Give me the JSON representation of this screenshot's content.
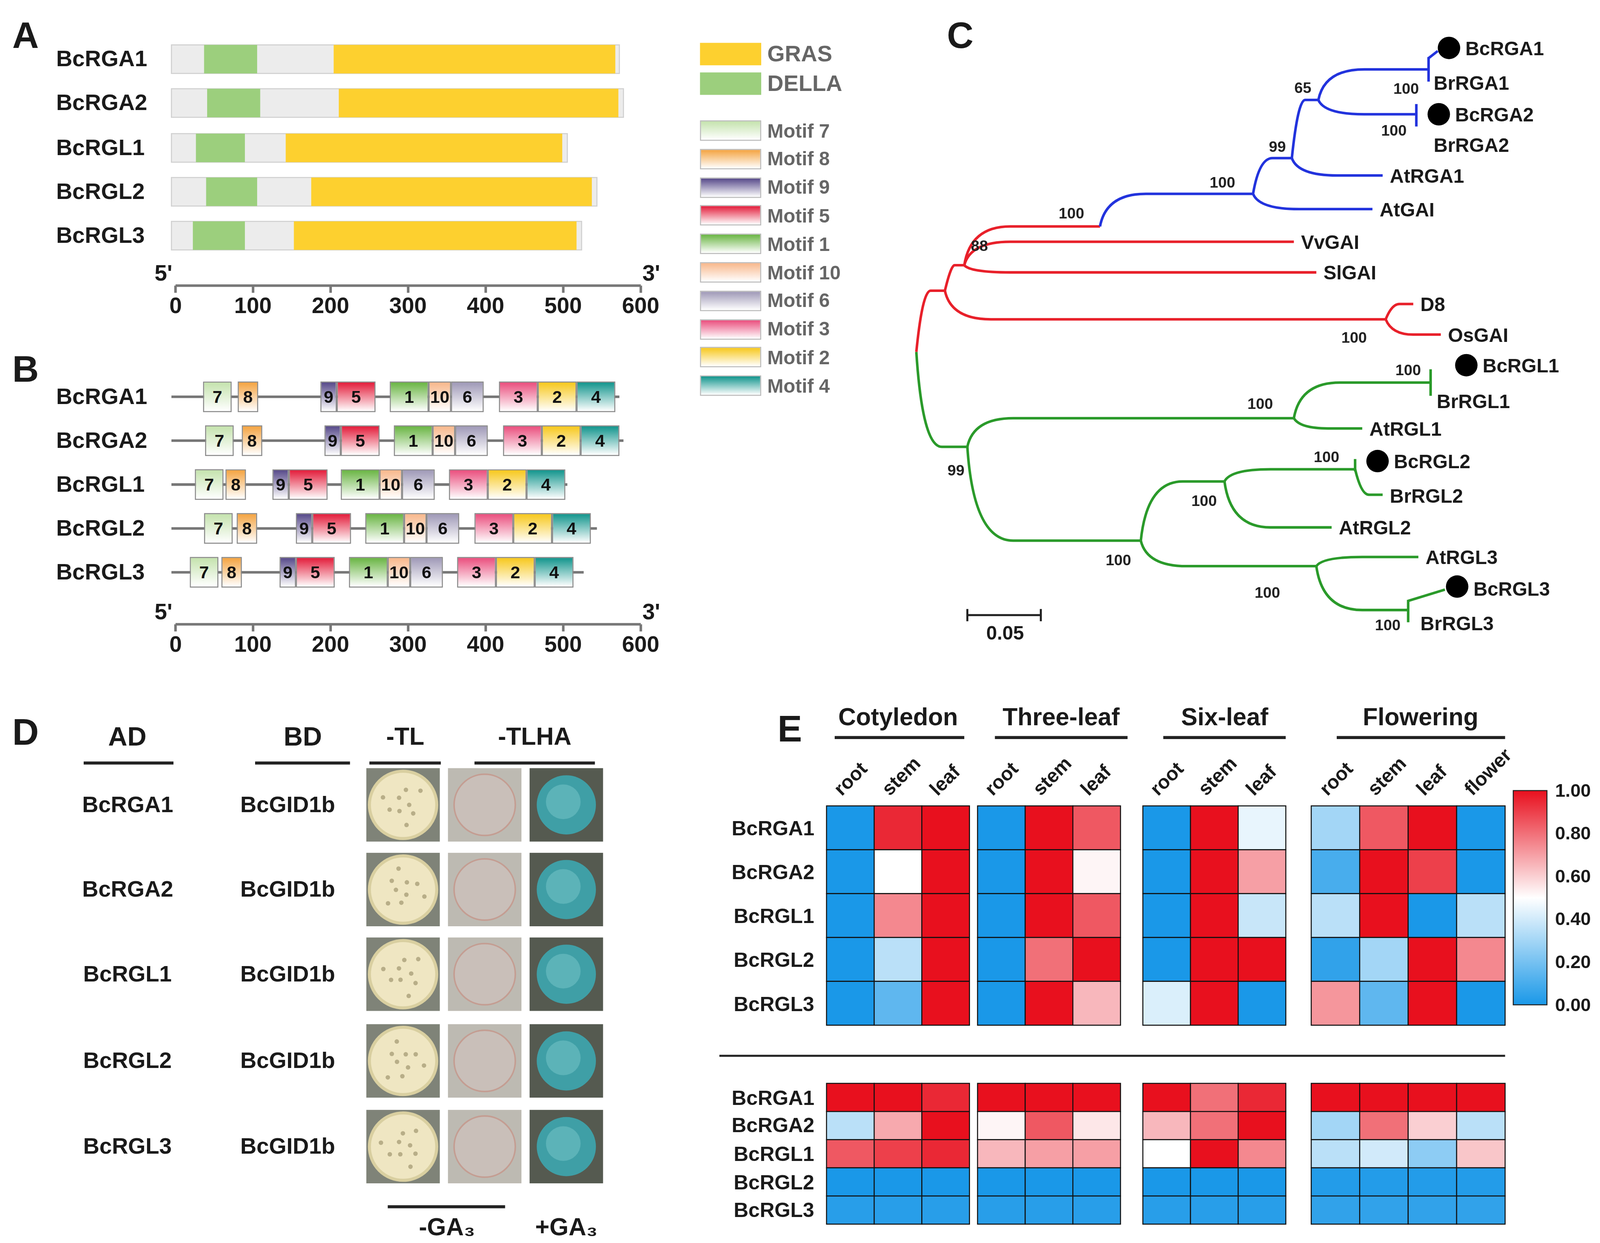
{
  "diagram": {
    "nodes": [
      {
        "text": [
          "7"
        ]
      },
      {
        "text": [
          "8"
        ]
      },
      {
        "text": [
          "9"
        ]
      },
      {
        "text": [
          "5"
        ]
      },
      {
        "text": [
          "1"
        ]
      },
      {
        "text": [
          "10"
        ]
      },
      {
        "text": [
          "6"
        ]
      },
      {
        "text": [
          "3"
        ]
      },
      {
        "text": [
          "2"
        ]
      },
      {
        "text": [
          "4"
        ]
      },
      {
        "text": [
          "7"
        ]
      },
      {
        "text": [
          "8"
        ]
      },
      {
        "text": [
          "9"
        ]
      },
      {
        "text": [
          "5"
        ]
      },
      {
        "text": [
          "1"
        ]
      },
      {
        "text": [
          "10"
        ]
      },
      {
        "text": [
          "6"
        ]
      },
      {
        "text": [
          "3"
        ]
      },
      {
        "text": [
          "2"
        ]
      },
      {
        "text": [
          "4"
        ]
      },
      {
        "text": [
          "7"
        ]
      },
      {
        "text": [
          "8"
        ]
      },
      {
        "text": [
          "9"
        ]
      },
      {
        "text": [
          "5"
        ]
      },
      {
        "text": [
          "1"
        ]
      },
      {
        "text": [
          "10"
        ]
      },
      {
        "text": [
          "6"
        ]
      },
      {
        "text": [
          "3"
        ]
      },
      {
        "text": [
          "2"
        ]
      },
      {
        "text": [
          "4"
        ]
      },
      {
        "text": [
          "7"
        ]
      },
      {
        "text": [
          "8"
        ]
      },
      {
        "text": [
          "9"
        ]
      },
      {
        "text": [
          "5"
        ]
      },
      {
        "text": [
          "1"
        ]
      },
      {
        "text": [
          "10"
        ]
      },
      {
        "text": [
          "6"
        ]
      },
      {
        "text": [
          "3"
        ]
      },
      {
        "text": [
          "2"
        ]
      },
      {
        "text": [
          "4"
        ]
      },
      {
        "text": [
          "7"
        ]
      },
      {
        "text": [
          "8"
        ]
      },
      {
        "text": [
          "9"
        ]
      },
      {
        "text": [
          "5"
        ]
      },
      {
        "text": [
          "1"
        ]
      },
      {
        "text": [
          "10"
        ]
      },
      {
        "text": [
          "6"
        ]
      },
      {
        "text": [
          "3"
        ]
      },
      {
        "text": [
          "2"
        ]
      },
      {
        "text": [
          "4"
        ]
      }
    ],
    "labels": [
      "A",
      "BcRGA1",
      "BcRGA2",
      "BcRGL1",
      "BcRGL2",
      "BcRGL3",
      "5'",
      "3'",
      "0",
      "100",
      "200",
      "300",
      "400",
      "500",
      "600",
      "B",
      "BcRGA1",
      "BcRGA2",
      "BcRGL1",
      "BcRGL2",
      "BcRGL3",
      "5'",
      "3'",
      "0",
      "100",
      "200",
      "300",
      "400",
      "500",
      "600",
      "C",
      "BcRGA1",
      "BrRGA1",
      "BcRGA2",
      "BrRGA2",
      "AtRGA1",
      "AtGAI",
      "VvGAI",
      "SlGAI",
      "D8",
      "OsGAI",
      "BcRGL1",
      "BrRGL1",
      "AtRGL1",
      "BcRGL2",
      "BrRGL2",
      "AtRGL2",
      "AtRGL3",
      "BcRGL3",
      "BrRGL3",
      "100",
      "65",
      "100",
      "99",
      "100",
      "100",
      "88",
      "100",
      "100",
      "100",
      "99",
      "100",
      "100",
      "100",
      "100",
      "100",
      "0.05",
      "D",
      "AD",
      "BD",
      "-TL",
      "-TLHA",
      "BcRGA1",
      "BcGID1b",
      "BcRGA2",
      "BcGID1b",
      "BcRGL1",
      "BcGID1b",
      "BcRGL2",
      "BcGID1b",
      "BcRGL3",
      "BcGID1b",
      "-GA₃",
      "+GA₃",
      "E",
      "Cotyledon",
      "Three-leaf",
      "Six-leaf",
      "Flowering",
      "root",
      "stem",
      "leaf",
      "root",
      "stem",
      "leaf",
      "root",
      "stem",
      "leaf",
      "root",
      "stem",
      "leaf",
      "flower",
      "BcRGA1",
      "BcRGA2",
      "BcRGL1",
      "BcRGL2",
      "BcRGL3",
      "BcRGA1",
      "BcRGA2",
      "BcRGL1",
      "BcRGL2",
      "BcRGL3",
      "1.00",
      "0.80",
      "0.60",
      "0.40",
      "0.20",
      "0.00"
    ],
    "legend": [
      {
        "text": "GRAS",
        "color": "#fdd02f"
      },
      {
        "text": "DELLA",
        "color": "#9ccf7d"
      },
      {
        "text": "Motif 7",
        "color": "#c5e3ae"
      },
      {
        "text": "Motif 8",
        "color": "#f4a442"
      },
      {
        "text": "Motif 9",
        "color": "#574a8a"
      },
      {
        "text": "Motif 5",
        "color": "#e31d3b"
      },
      {
        "text": "Motif 1",
        "color": "#6ab544"
      },
      {
        "text": "Motif 10",
        "color": "#f8b88c"
      },
      {
        "text": "Motif 6",
        "color": "#9f99b7"
      },
      {
        "text": "Motif 3",
        "color": "#ea4f7e"
      },
      {
        "text": "Motif 2",
        "color": "#f7c81d"
      },
      {
        "text": "Motif 4",
        "color": "#13958d"
      }
    ]
  }
}
